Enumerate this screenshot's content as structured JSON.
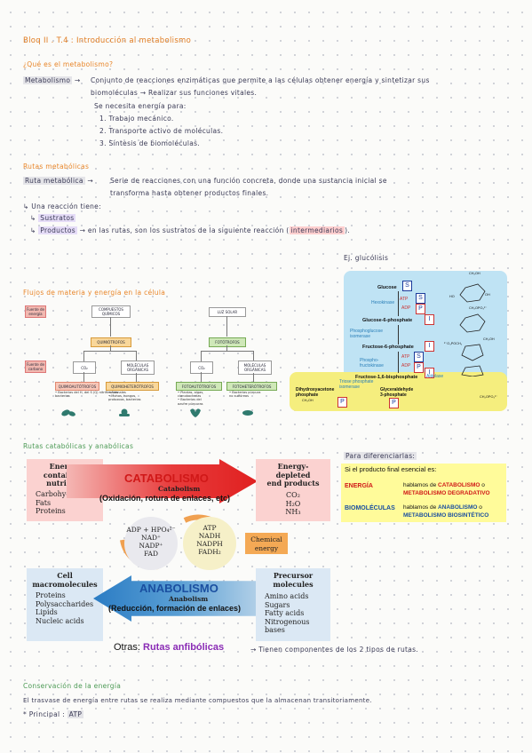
{
  "header": {
    "title": "Bloq II . T.4 : Introducción al metabolismo"
  },
  "section1": {
    "heading": "¿Qué es el metabolismo?",
    "term": "Metabolismo",
    "def_line1": "Conjunto de reacciones enzimáticas que permite a las células obtener energía y sintetizar sus",
    "def_line2": "biomoléculas → Realizar sus funciones vitales.",
    "def_line3": "Se necesita energía para:",
    "items": [
      "1. Trabajo mecánico.",
      "2. Transporte activo de moléculas.",
      "3. Síntesis de biomoléculas."
    ]
  },
  "section2": {
    "heading": "Rutas metabólicas",
    "term": "Ruta metabólica",
    "def_line1": "Serie de reacciones con una función concreta, donde una sustancia inicial se",
    "def_line2": "transforma hasta obtener productos finales.",
    "b1": "Una reacción tiene:",
    "b2": "Sustratos",
    "b3a": "Productos",
    "b3b": "en las rutas, son los sustratos de la siguiente reacción (",
    "b3c": "intermediarios",
    "b3d": ").",
    "eg": "Ej. glucólisis"
  },
  "flujos": {
    "heading": "Flujos de materia y energía en la célula",
    "fuente_energia": "Fuente de energía",
    "fuente_carbono": "Fuente de carbono",
    "compuestos_quimicos": "COMPUESTOS QUÍMICOS",
    "luz_solar": "LUZ SOLAR",
    "quimiotrofos": "QUIMIÓTROFOS",
    "fototrofos": "FOTÓTROFOS",
    "co2_a": "CO₂",
    "moleculas_organicas_a": "MOLÉCULAS ORGÁNICAS",
    "co2_b": "CO₂",
    "moleculas_organicas_b": "MOLÉCULAS ORGÁNICAS",
    "quimioautotrofos": "QUIMIOAUTÓTROFOS",
    "quimioheterotrofos": "QUIMIOHETERÓTROFOS",
    "fotoautotrofos": "FOTOAUTÓTROFOS",
    "fotoheterotrofos": "FOTOHETERÓTROFOS",
    "q_auto_items": [
      "• Bacterias del H, del S (Q) nitrificantes",
      "  bacterias"
    ],
    "q_het_items": [
      "• Animales",
      "• Mohos, hongos,",
      "  protozoos, bacterias"
    ],
    "f_auto_items": [
      "• Plantas, algas,",
      "  cianobacterias",
      "• Bacterias del",
      "  azufre púrpuras"
    ],
    "f_het_items": [
      "• Bacterias púrpura",
      "  no sulfúreas"
    ]
  },
  "rutas": {
    "heading": "Rutas catabólicas y anabólicas",
    "energy_box": [
      "Energy-",
      "containing",
      "nutrients"
    ],
    "energy_items": [
      "Carbohydrates",
      "Fats",
      "Proteins"
    ],
    "depleted_box": [
      "Energy-",
      "depleted",
      "end products"
    ],
    "depleted_items": [
      "CO₂",
      "H₂O",
      "NH₃"
    ],
    "catabolismo": "CATABOLISMO",
    "catabolism": "Catabolism",
    "cat_sub": "(Oxidación, rotura de enlaces, etc)",
    "left_circle": [
      "ADP + HPO₄²⁻",
      "NAD⁺",
      "NADP⁺",
      "FAD"
    ],
    "right_circle": [
      "ATP",
      "NADH",
      "NADPH",
      "FADH₂"
    ],
    "chemical_energy": [
      "Chemical",
      "energy"
    ],
    "anabolismo": "ANABOLISMO",
    "anabolism": "Anabolism",
    "ana_sub": "(Reducción, formación de enlaces)",
    "cell_box": [
      "Cell",
      "macromolecules"
    ],
    "cell_items": [
      "Proteins",
      "Polysaccharides",
      "Lipids",
      "Nucleic acids"
    ],
    "precursor_box": [
      "Precursor",
      "molecules"
    ],
    "precursor_items": [
      "Amino acids",
      "Sugars",
      "Fatty acids",
      "Nitrogenous bases"
    ]
  },
  "otras": {
    "prefix": "Otras:",
    "label": "Rutas anfibólicas",
    "suffix": "→ Tienen componentes de los 2 tipos de rutas."
  },
  "diferenciar": {
    "heading": "Para diferenciarlas:",
    "intro": "Si el producto final esencial es:",
    "row1_key": "ENERGÍA",
    "row1_a": "hablamos de",
    "row1_b": "CATABOLISMO",
    "row1_c": "o",
    "row1_d": "METABOLISMO DEGRADATIVO",
    "row2_key": "BIOMOLÉCULAS",
    "row2_a": "hablamos de",
    "row2_b": "ANABOLISMO",
    "row2_c": "o",
    "row2_d": "METABOLISMO BIOSINTÉTICO"
  },
  "conservacion": {
    "heading": "Conservación de la energía",
    "line1": "El trasvase de energía entre rutas se realiza mediante compuestos que la almacenan transitoriamente.",
    "line2a": "* Principal :",
    "line2b": "ATP"
  },
  "glycolysis": {
    "glucose": "Glucose",
    "hexokinase": "Hexokinase",
    "atp1": "ATP",
    "adp1": "ADP",
    "g6p": "Glucose-6-phosphate",
    "pgi": [
      "Phosphoglucose",
      "isomerase"
    ],
    "f6p": "Fructose-6-phosphate",
    "pfk": [
      "Phospho-",
      "fructokinase"
    ],
    "atp2": "ATP",
    "adp2": "ADP",
    "f16bp": "Fructose-1,6-bisphosphate",
    "aldolase": "Aldolase",
    "tpi": [
      "Triose phosphate",
      "isomerase"
    ],
    "dhap": [
      "Dihydroxyacetone",
      "phosphate"
    ],
    "gap": [
      "Glyceraldehyde",
      "3-phosphate"
    ],
    "s": "S",
    "p": "P",
    "i": "I",
    "ch2oh": "CH₂OH",
    "oh": "OH",
    "ho": "HO",
    "ch2opo3": "CH₂OPO₃²⁻",
    "po3och2": "²⁻O₃POCH₂"
  }
}
